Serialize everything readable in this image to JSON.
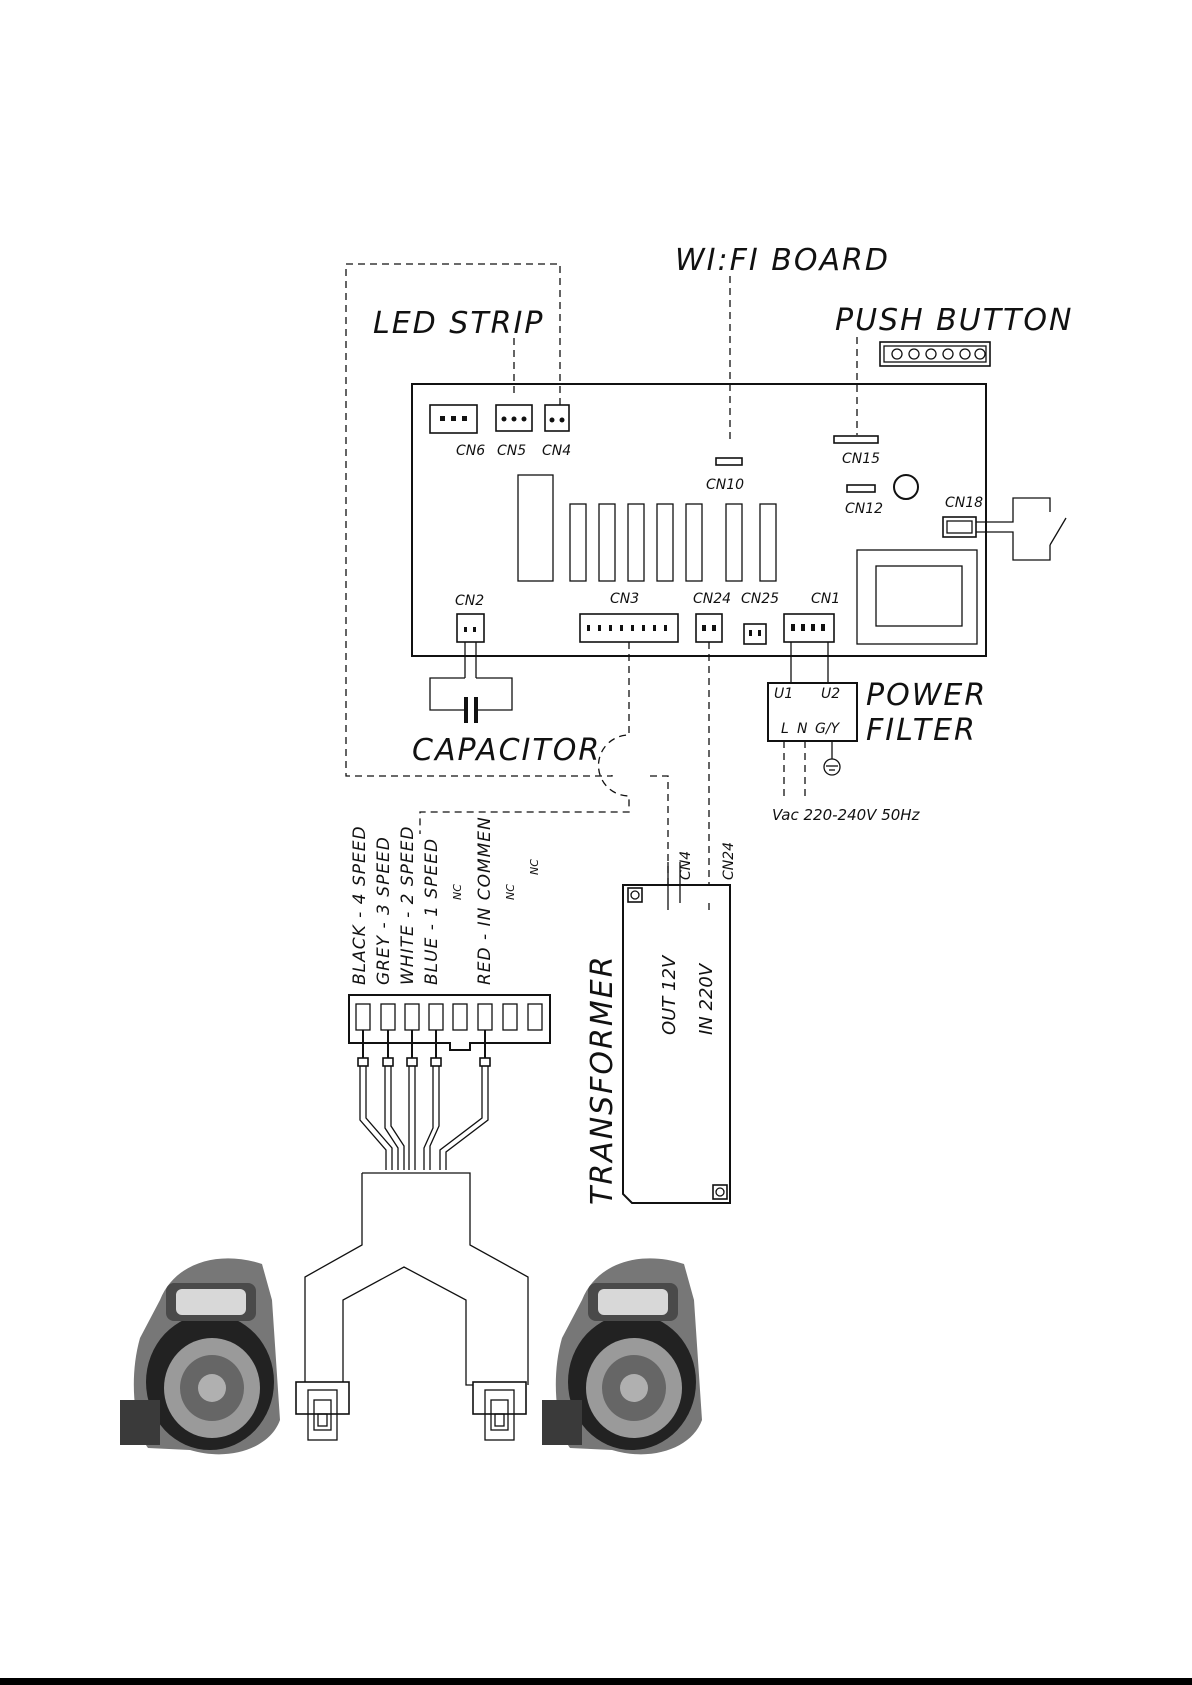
{
  "labels": {
    "wifi_board": "WI:FI BOARD",
    "led_strip": "LED STRIP",
    "push_button": "PUSH BUTTON",
    "power_filter_1": "POWER",
    "power_filter_2": "FILTER",
    "capacitor": "CAPACITOR",
    "transformer": "TRANSFORMER",
    "vac": "Vac 220-240V 50Hz"
  },
  "connectors": {
    "cn6": "CN6",
    "cn5": "CN5",
    "cn4": "CN4",
    "cn10": "CN10",
    "cn15": "CN15",
    "cn12": "CN12",
    "cn18": "CN18",
    "cn2": "CN2",
    "cn3": "CN3",
    "cn24": "CN24",
    "cn25": "CN25",
    "cn1": "CN1"
  },
  "filter_terminals": {
    "u1": "U1",
    "u2": "U2",
    "l": "L",
    "n": "N",
    "gy": "G/Y"
  },
  "transformer_io": {
    "out": "OUT 12V",
    "in": "IN 220V",
    "tap_cn4": "CN4",
    "tap_cn24": "CN24"
  },
  "motor_wires": {
    "black": "BLACK - 4 SPEED",
    "grey": "GREY - 3 SPEED",
    "white": "WHITE - 2 SPEED",
    "blue": "BLUE - 1 SPEED",
    "nc1": "NC",
    "red": "RED - IN COMMEN",
    "nc2": "NC",
    "nc3": "NC"
  }
}
